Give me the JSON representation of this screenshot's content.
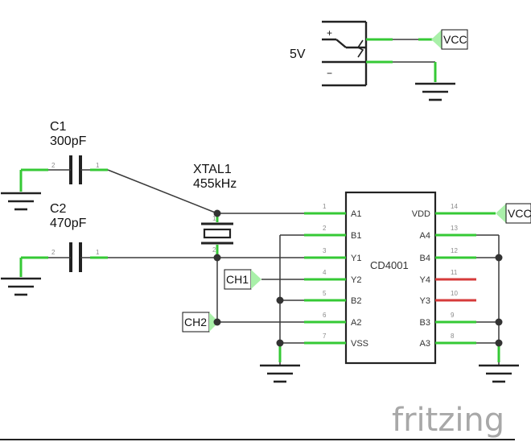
{
  "power": {
    "label": "5V",
    "plus": "+",
    "minus": "−"
  },
  "c1": {
    "name": "C1",
    "value": "300pF",
    "pin1": "1",
    "pin2": "2"
  },
  "c2": {
    "name": "C2",
    "value": "470pF",
    "pin1": "1",
    "pin2": "2"
  },
  "xtal": {
    "name": "XTAL1",
    "value": "455kHz",
    "pin1": "1",
    "pin2": "2"
  },
  "ic": {
    "name": "CD4001",
    "left_pins": [
      {
        "num": "1",
        "label": "A1"
      },
      {
        "num": "2",
        "label": "B1"
      },
      {
        "num": "3",
        "label": "Y1"
      },
      {
        "num": "4",
        "label": "Y2"
      },
      {
        "num": "5",
        "label": "B2"
      },
      {
        "num": "6",
        "label": "A2"
      },
      {
        "num": "7",
        "label": "VSS"
      }
    ],
    "right_pins": [
      {
        "num": "14",
        "label": "VDD"
      },
      {
        "num": "13",
        "label": "A4"
      },
      {
        "num": "12",
        "label": "B4"
      },
      {
        "num": "11",
        "label": "Y4"
      },
      {
        "num": "10",
        "label": "Y3"
      },
      {
        "num": "9",
        "label": "B3"
      },
      {
        "num": "8",
        "label": "A3"
      }
    ]
  },
  "nets": {
    "vcc_top": "VCC",
    "vcc_ic": "VCC",
    "ch1": "CH1",
    "ch2": "CH2"
  },
  "colors": {
    "wire": "#3a3a3a",
    "connected_pin": "#35c935",
    "unconnected_pin": "#d63a3a",
    "brand": "#a8a8a8"
  },
  "brand": "fritzing"
}
